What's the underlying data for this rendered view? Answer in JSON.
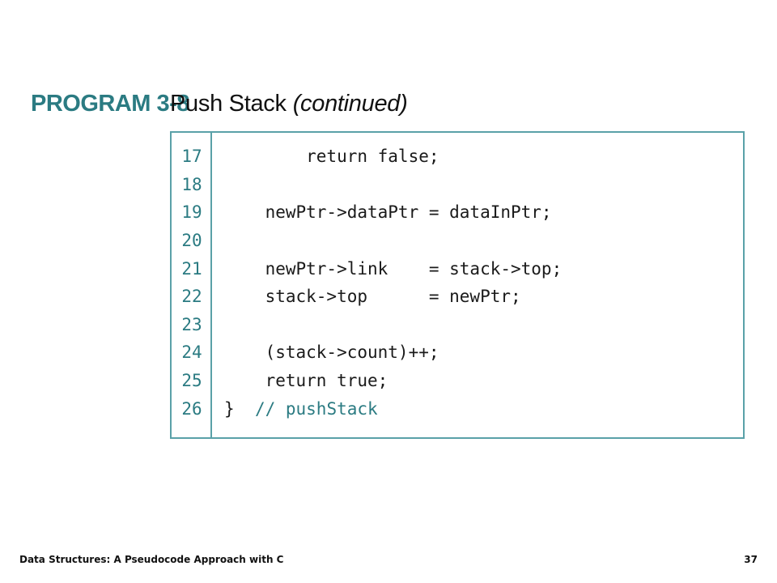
{
  "heading": {
    "program_label": "PROGRAM 3-8",
    "title": "Push Stack",
    "title_suffix": "(continued)"
  },
  "code": {
    "lines": [
      {
        "number": "17",
        "text": "        return false;",
        "comment": ""
      },
      {
        "number": "18",
        "text": "",
        "comment": ""
      },
      {
        "number": "19",
        "text": "    newPtr->dataPtr = dataInPtr;",
        "comment": ""
      },
      {
        "number": "20",
        "text": "",
        "comment": ""
      },
      {
        "number": "21",
        "text": "    newPtr->link    = stack->top;",
        "comment": ""
      },
      {
        "number": "22",
        "text": "    stack->top      = newPtr;",
        "comment": ""
      },
      {
        "number": "23",
        "text": "",
        "comment": ""
      },
      {
        "number": "24",
        "text": "    (stack->count)++;",
        "comment": ""
      },
      {
        "number": "25",
        "text": "    return true;",
        "comment": ""
      },
      {
        "number": "26",
        "text": "}  ",
        "comment": "// pushStack"
      }
    ]
  },
  "footer": {
    "book_title": "Data Structures: A Pseudocode Approach with C",
    "page_number": "37"
  },
  "colors": {
    "accent": "#2b7b82",
    "border": "#5aa1a8"
  }
}
